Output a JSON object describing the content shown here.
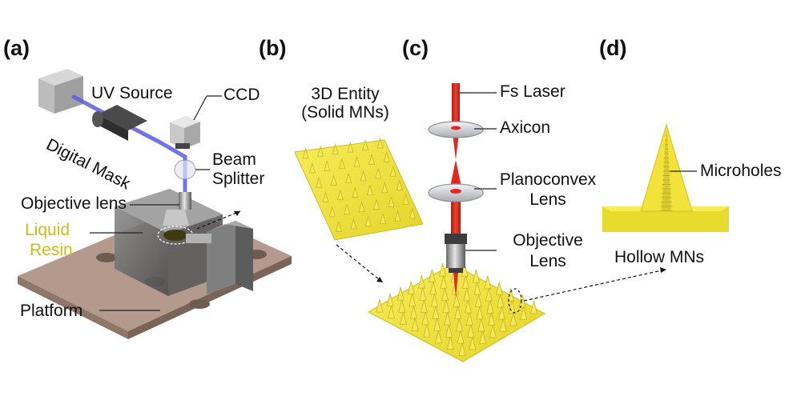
{
  "panels": [
    "(a)",
    "(b)",
    "(c)",
    "(d)"
  ],
  "panel_a": {
    "uv_source": "UV Source",
    "ccd": "CCD",
    "digital_mask": "Digital Mask",
    "beam_splitter": [
      "Beam",
      "Splitter"
    ],
    "objective_lens": "Objective lens",
    "liquid_resin": [
      "Liquid",
      "Resin"
    ],
    "platform": "Platform"
  },
  "panel_b": {
    "entity": [
      "3D Entity",
      "(Solid MNs)"
    ]
  },
  "panel_c": {
    "fs_laser": "Fs Laser",
    "axicon": "Axicon",
    "planoconvex": [
      "Planoconvex",
      "Lens"
    ],
    "objective": [
      "Objective",
      "Lens"
    ]
  },
  "panel_d": {
    "microholes": "Microholes",
    "hollow_mns": "Hollow MNs"
  },
  "colors": {
    "resin_yellow": "#f2e23a",
    "laser_red": "#e0281e",
    "uv_blue": "#5a5ae6",
    "platform_brown": "#b39a8c",
    "label_resin": "#c9bd16"
  }
}
